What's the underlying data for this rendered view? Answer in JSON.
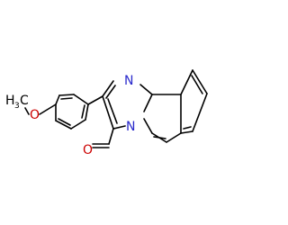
{
  "molecule": {
    "atoms": {
      "methyl_H": "H",
      "methyl_H_count": "3",
      "methyl_C": "C",
      "ether_O": "O",
      "ring_N_top": "N",
      "ring_N_bridge": "N",
      "aldehyde_O": "O"
    }
  },
  "colors": {
    "bond": "#000000",
    "oxygen": "#cc0000",
    "nitrogen": "#2a2acc"
  }
}
